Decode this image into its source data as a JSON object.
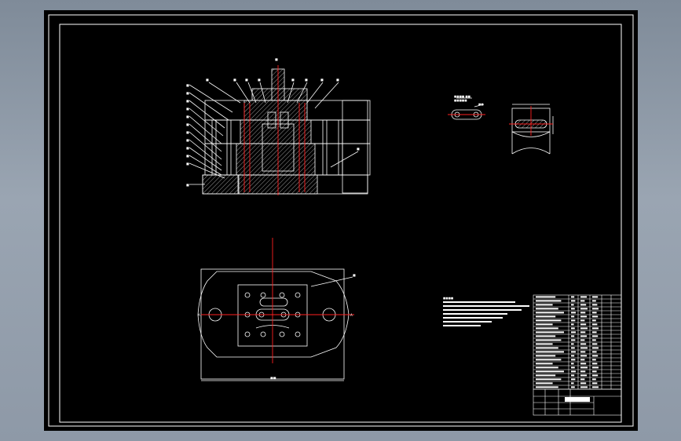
{
  "drawing": {
    "background": "#000000",
    "colors": {
      "line": "#ffffff",
      "center": "#ff2020",
      "hatch": "#bfbfbf",
      "frame_bg": "#7f8b99"
    },
    "views": [
      "section-view",
      "plan-view",
      "part-view",
      "part-section-view"
    ],
    "notes_block": "technical-requirements",
    "title_block": "parts-list-and-title-block"
  }
}
